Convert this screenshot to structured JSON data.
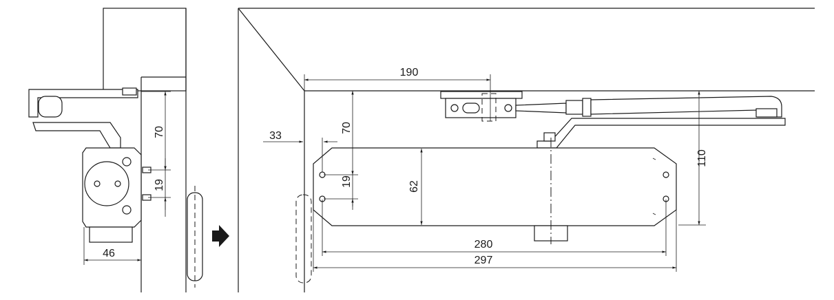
{
  "dimensions": {
    "side_height_arm": "70",
    "side_hole_spacing": "19",
    "side_width": "46",
    "front_offset_shoe": "190",
    "front_offset_edge": "33",
    "front_height_arm": "70",
    "front_hole_spacing": "19",
    "front_body_height": "62",
    "front_arm_height": "110",
    "front_hole_length": "280",
    "front_total_length": "297"
  },
  "arrow_color": "#1a1a1a"
}
